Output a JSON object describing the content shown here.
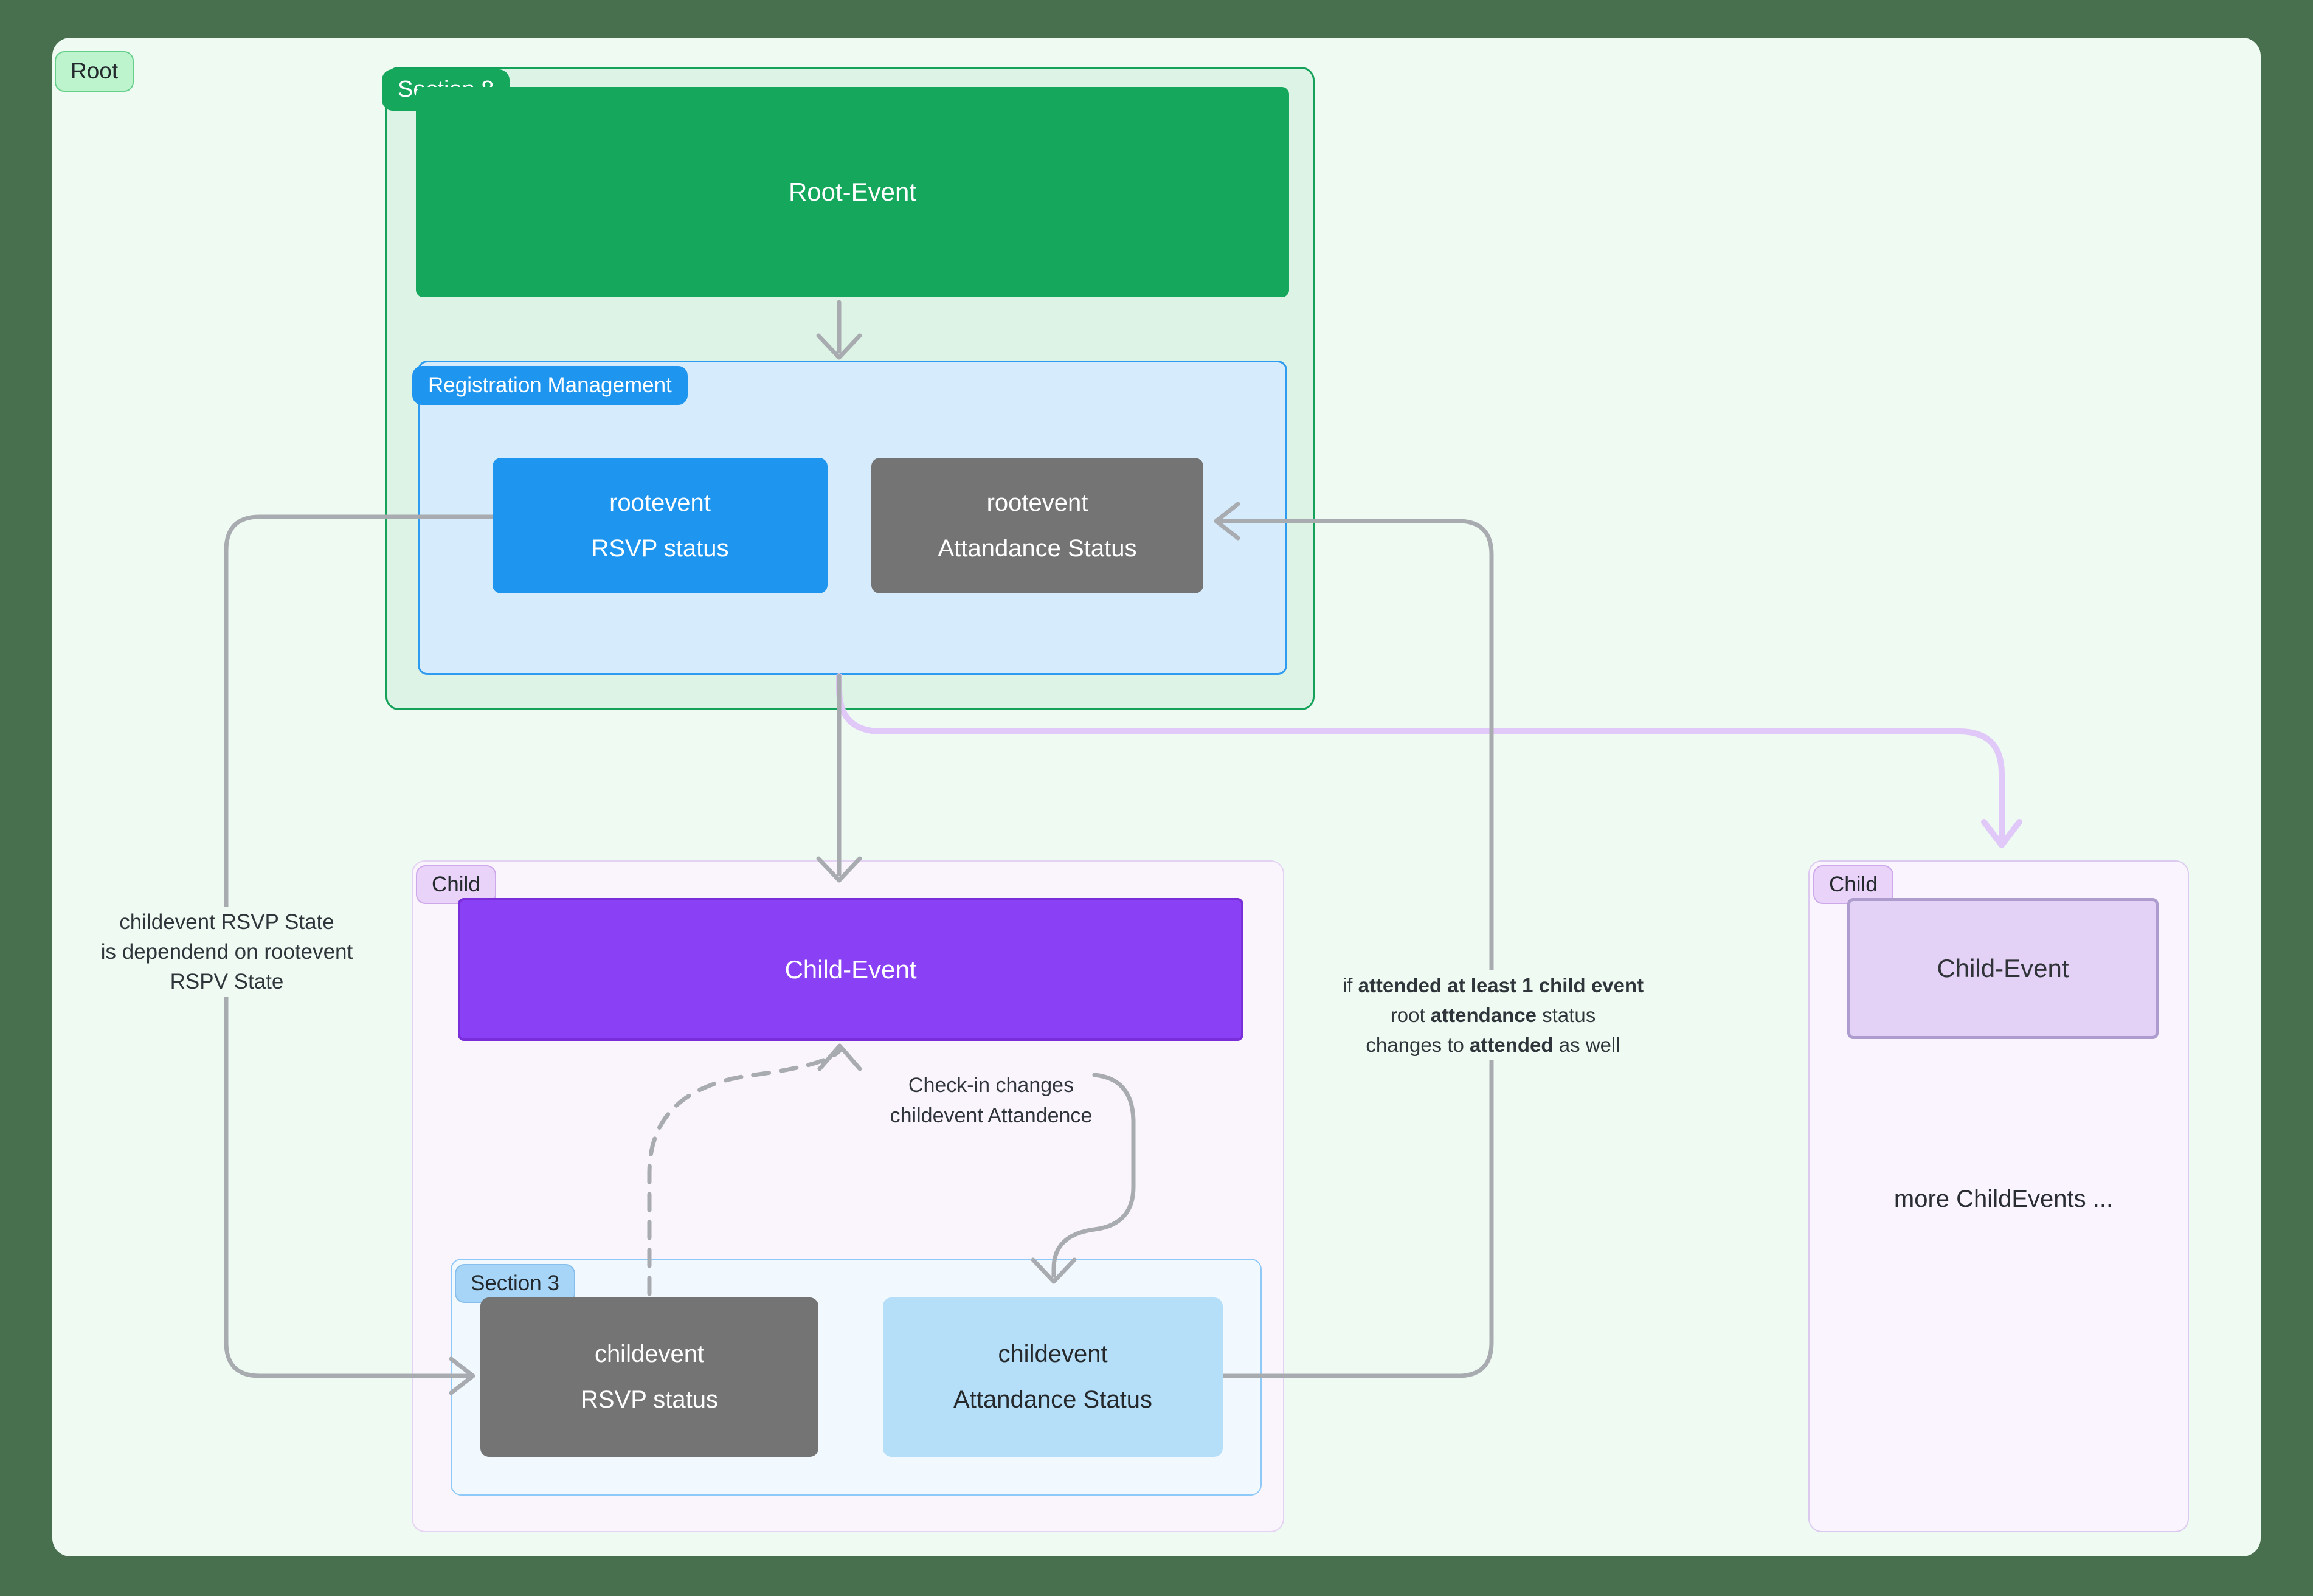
{
  "colors": {
    "page_bg": "#486F4E",
    "canvas_bg": "#EFFBF2",
    "green": "#15A75C",
    "green_container_fill": "#DCF3E6",
    "blue": "#1E96F0",
    "blue_container_fill": "#D6EBFB",
    "gray_node": "#747474",
    "purple_node": "#8A40F4",
    "child_container_fill": "#FAF4FD",
    "child_badge_fill": "#EAD3F9",
    "section3_fill": "#F1F9FF",
    "section3_badge_fill": "#A6D5F8",
    "light_blue_node": "#B5DFF8",
    "right_event_fill": "#E4D1F6",
    "arrow_gray": "#A8ABAF",
    "arrow_purple": "#E0C8F8",
    "root_badge_fill": "#BDF4CE"
  },
  "root": {
    "label": "Root"
  },
  "section8": {
    "label": "Section 8",
    "root_event_label": "Root-Event",
    "registration": {
      "label": "Registration Management",
      "rsvp": {
        "line1": "rootevent",
        "line2": "RSVP status"
      },
      "attendance": {
        "line1": "rootevent",
        "line2": "Attandance Status"
      }
    }
  },
  "child_left": {
    "label": "Child",
    "event_label": "Child-Event",
    "section3": {
      "label": "Section 3",
      "rsvp": {
        "line1": "childevent",
        "line2": "RSVP status"
      },
      "attendance": {
        "line1": "childevent",
        "line2": "Attandance Status"
      }
    }
  },
  "child_right": {
    "label": "Child",
    "event_label": "Child-Event",
    "more_label": "more ChildEvents ..."
  },
  "annotations": {
    "dependency": {
      "line1": "childevent RSVP State",
      "line2": "is dependend on rootevent",
      "line3": "RSPV State"
    },
    "checkin": {
      "line1": "Check-in changes",
      "line2": "childevent Attandence"
    },
    "attended": [
      [
        {
          "t": "if "
        },
        {
          "t": "attended at least 1 child event",
          "b": true
        }
      ],
      [
        {
          "t": "root "
        },
        {
          "t": "attendance",
          "b": true
        },
        {
          "t": " status"
        }
      ],
      [
        {
          "t": "changes to "
        },
        {
          "t": "attended",
          "b": true
        },
        {
          "t": " as well"
        }
      ]
    ]
  }
}
